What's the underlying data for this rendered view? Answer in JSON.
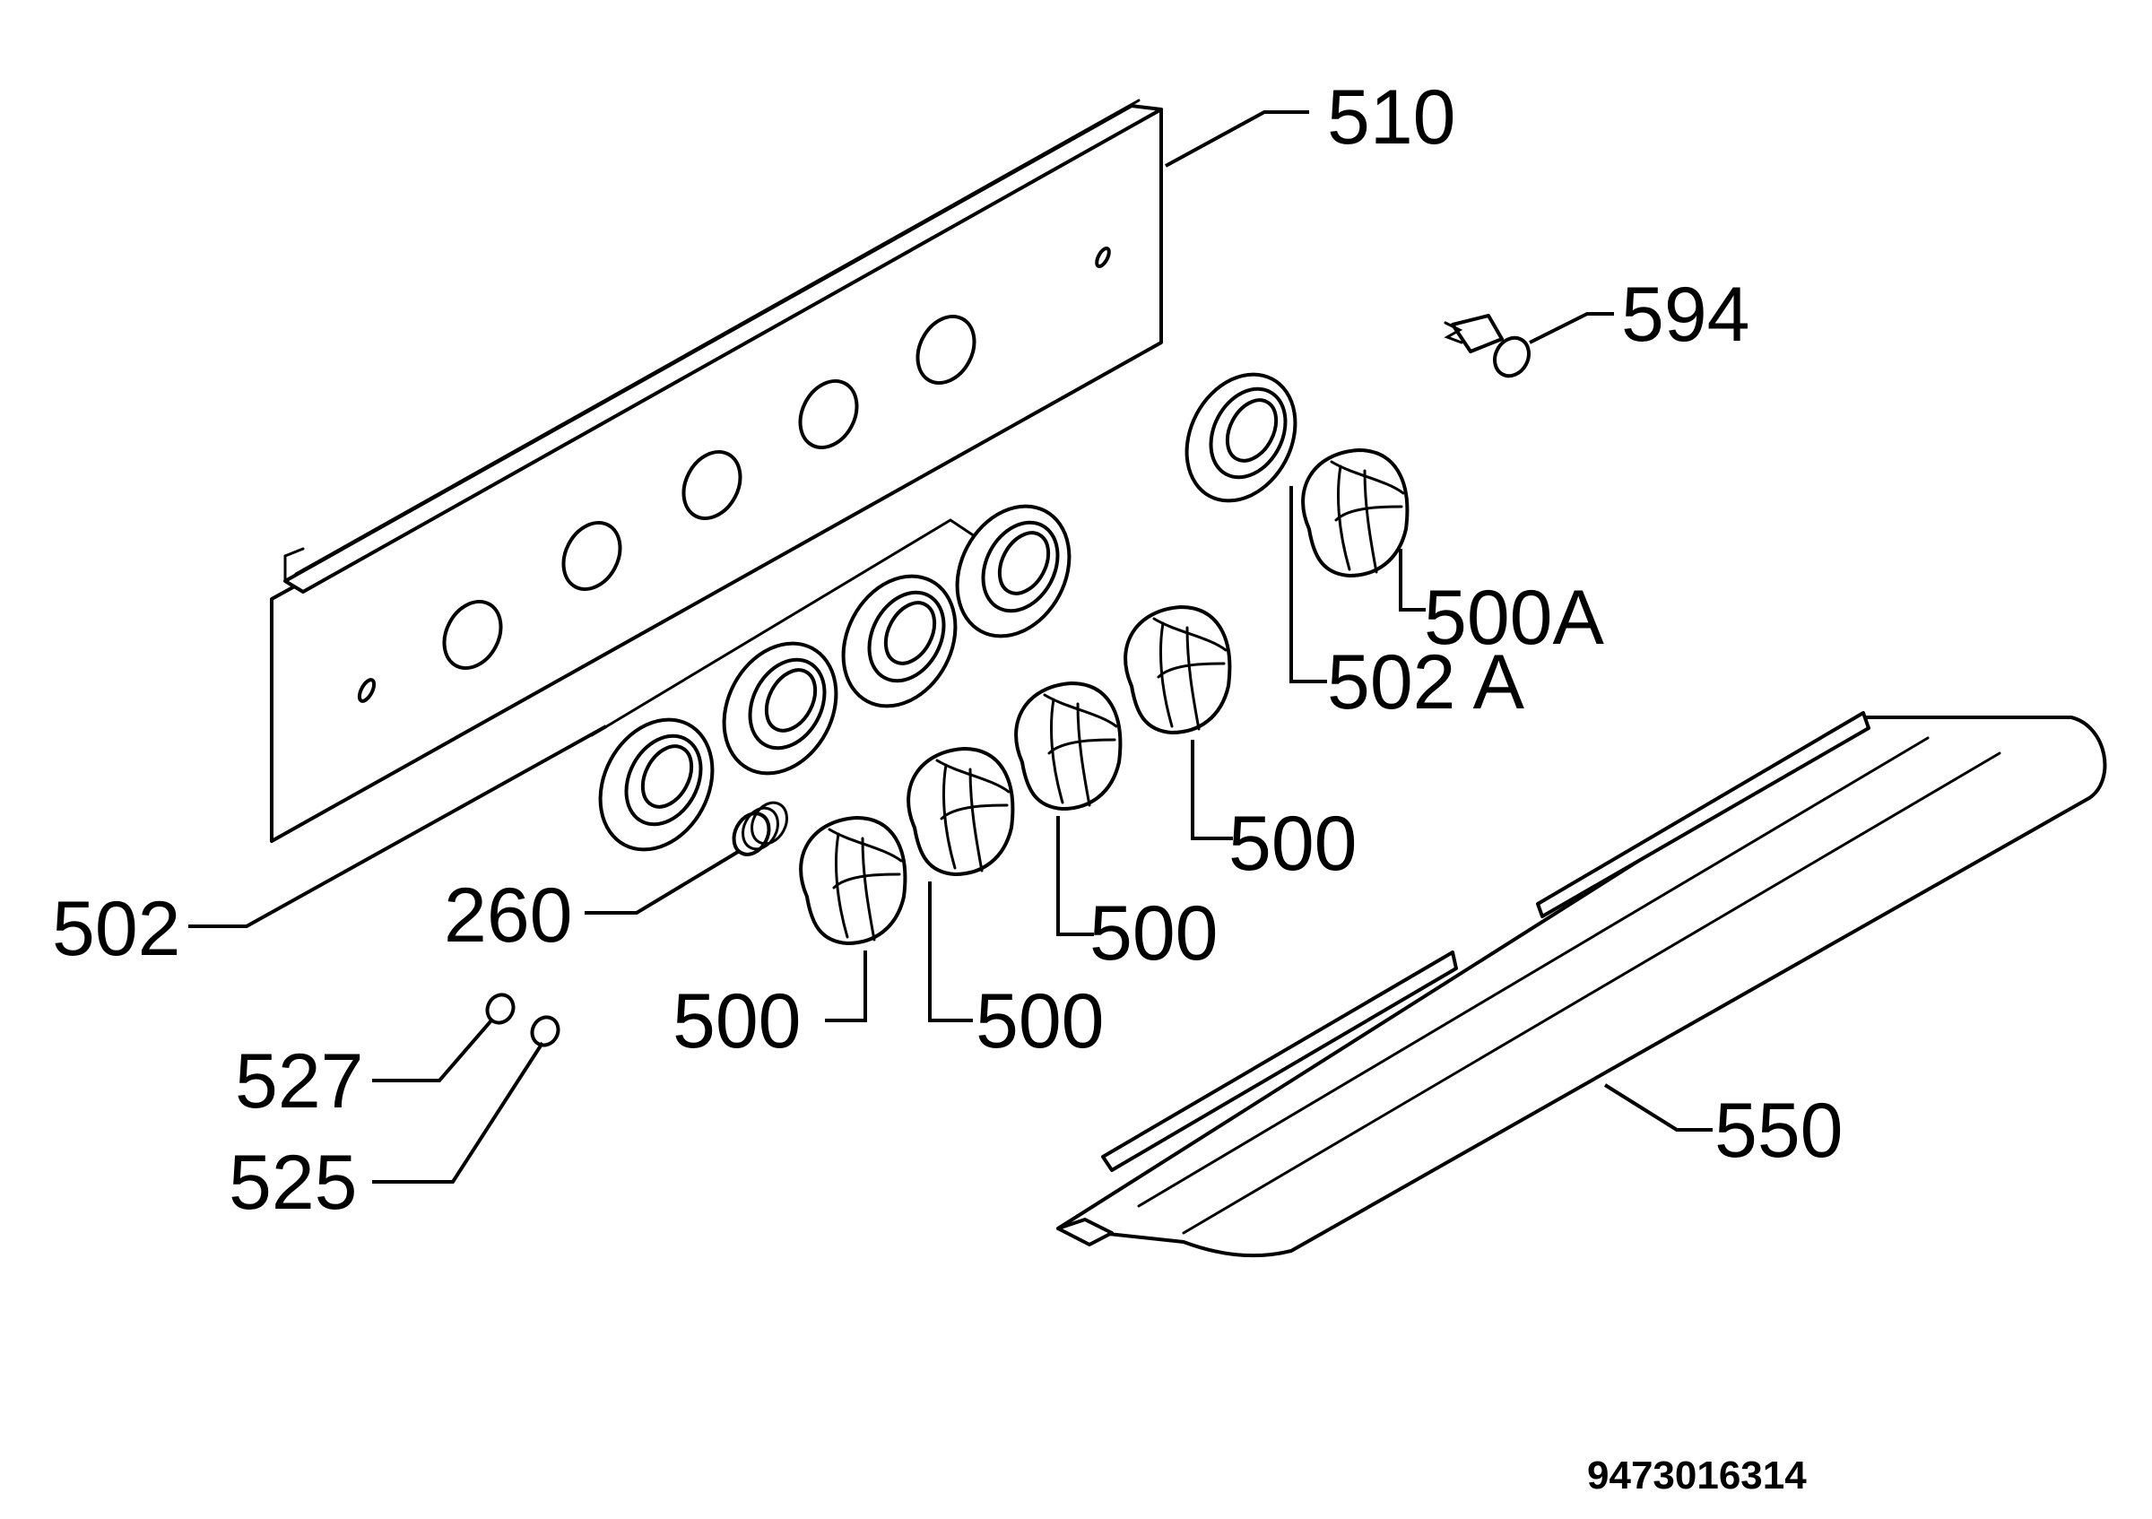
{
  "part_labels": {
    "p510": "510",
    "p594": "594",
    "p500a": "500A",
    "p502a": "502 A",
    "p500_1": "500",
    "p500_2": "500",
    "p500_3": "500",
    "p500_4": "500",
    "p502": "502",
    "p260": "260",
    "p527": "527",
    "p525": "525",
    "p550": "550"
  },
  "drawing_number": "9473016314"
}
